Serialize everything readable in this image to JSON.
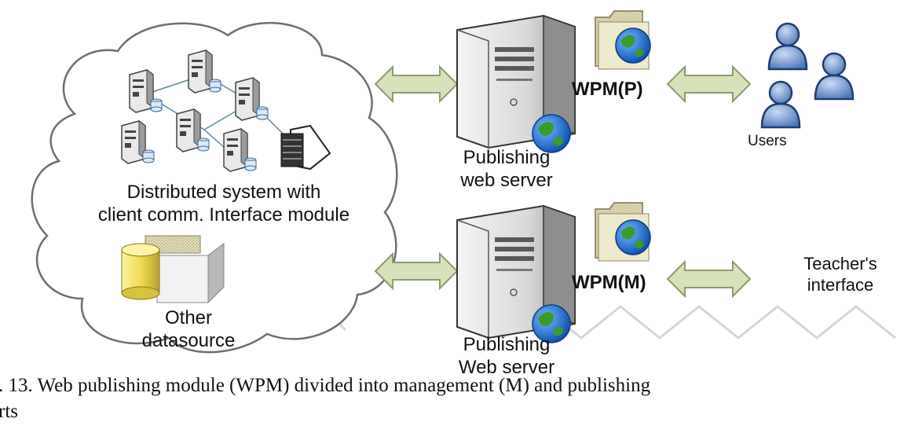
{
  "labels": {
    "cloud_title_1": "Distributed system with",
    "cloud_title_2": "client comm. Interface module",
    "other_1": "Other",
    "other_2": "datasource",
    "server_top_1": "Publishing",
    "server_top_2": "web server",
    "server_bottom_1": "Publishing",
    "server_bottom_2": "Web server",
    "wpm_p": "WPM(P)",
    "wpm_m": "WPM(M)",
    "users": "Users",
    "teacher_1": "Teacher's",
    "teacher_2": "interface"
  },
  "caption": {
    "line1": ". 13. Web publishing module (WPM) divided into management (M) and publishing",
    "line2": "rts"
  },
  "colors": {
    "arrow_fill": "#d8e2b8",
    "arrow_stroke": "#8c9a6e",
    "server_body": "#e6e6e6",
    "globe_blue": "#1f6fd1",
    "globe_green": "#3a9a2a",
    "user_blue": "#7b9ed4",
    "folder": "#d8d2a8",
    "cylinder": "#e8d24a",
    "cloud_stroke": "#777777",
    "watermark": "#d8d8d8"
  },
  "icons": [
    "server-icon",
    "globe-icon",
    "folder-icon",
    "user-icon",
    "database-icon",
    "storage-icon",
    "double-arrow-icon"
  ]
}
